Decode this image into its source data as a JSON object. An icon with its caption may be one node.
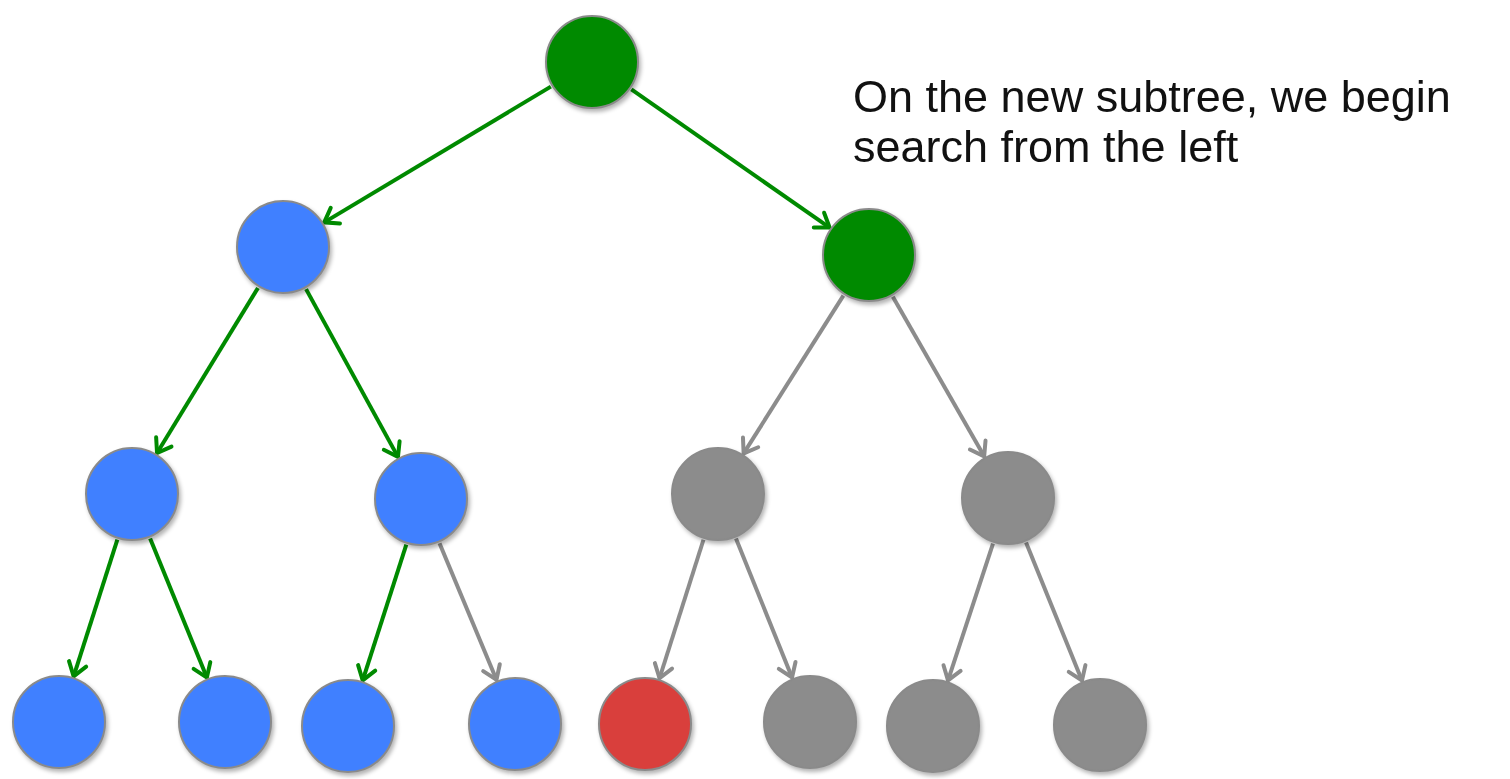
{
  "diagram": {
    "nodes": [
      {
        "text": [],
        "shape": "circle"
      },
      {
        "text": [],
        "shape": "circle"
      },
      {
        "text": [],
        "shape": "circle"
      },
      {
        "text": [],
        "shape": "circle"
      },
      {
        "text": [],
        "shape": "circle"
      },
      {
        "text": [],
        "shape": "circle"
      },
      {
        "text": [],
        "shape": "circle"
      },
      {
        "text": [],
        "shape": "circle"
      },
      {
        "text": [],
        "shape": "circle"
      },
      {
        "text": [],
        "shape": "circle"
      },
      {
        "text": [],
        "shape": "circle"
      },
      {
        "text": [],
        "shape": "circle"
      },
      {
        "text": [],
        "shape": "circle"
      },
      {
        "text": [],
        "shape": "circle"
      },
      {
        "text": [],
        "shape": "circle"
      }
    ],
    "edges": [
      {
        "from": 0,
        "to": 1,
        "arrow": "to",
        "color": "#008a00"
      },
      {
        "from": 0,
        "to": 2,
        "arrow": "to",
        "color": "#008a00"
      },
      {
        "from": 1,
        "to": 3,
        "arrow": "to",
        "color": "#008a00"
      },
      {
        "from": 1,
        "to": 4,
        "arrow": "to",
        "color": "#008a00"
      },
      {
        "from": 3,
        "to": 7,
        "arrow": "to",
        "color": "#008a00"
      },
      {
        "from": 3,
        "to": 8,
        "arrow": "to",
        "color": "#008a00"
      },
      {
        "from": 4,
        "to": 9,
        "arrow": "to",
        "color": "#008a00"
      },
      {
        "from": 4,
        "to": 10,
        "arrow": "to",
        "color": "#8c8c8c"
      },
      {
        "from": 2,
        "to": 5,
        "arrow": "to",
        "color": "#8c8c8c"
      },
      {
        "from": 2,
        "to": 6,
        "arrow": "to",
        "color": "#8c8c8c"
      },
      {
        "from": 5,
        "to": 11,
        "arrow": "to",
        "color": "#8c8c8c"
      },
      {
        "from": 5,
        "to": 12,
        "arrow": "to",
        "color": "#8c8c8c"
      },
      {
        "from": 6,
        "to": 13,
        "arrow": "to",
        "color": "#8c8c8c"
      },
      {
        "from": 6,
        "to": 14,
        "arrow": "to",
        "color": "#8c8c8c"
      }
    ],
    "labels": [
      "On the new subtree, we begin search from the left"
    ]
  }
}
